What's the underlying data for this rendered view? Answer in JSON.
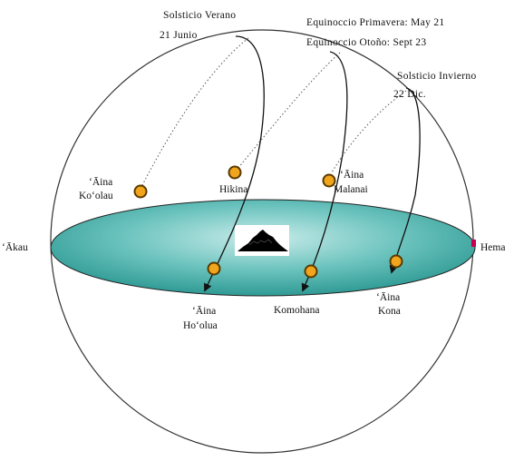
{
  "labels": {
    "solstice_summer": [
      "Solsticio Verano",
      "21 Junio"
    ],
    "equinox": [
      "Equinoccio Primavera: May 21",
      "Equinoccio Otoño: Sept 23"
    ],
    "solstice_winter": [
      "Solsticio Invierno",
      "22 Dic."
    ],
    "aina_koolau": [
      "ʻĀina",
      "Koʻolau"
    ],
    "hikina": "Hikina",
    "aina_malanai": [
      "ʻĀina",
      "Malanai"
    ],
    "akau": "ʻĀkau",
    "hema": "Hema",
    "aina_hoolua": [
      "ʻĀina",
      "Hoʻolua"
    ],
    "komohana": "Komohana",
    "aina_kona": [
      "ʻĀina",
      "Kona"
    ]
  },
  "colors": {
    "horizon_fill": "#4fb3ae",
    "horizon_light": "#c9ecea",
    "sun_fill": "#f1a51c",
    "sun_stroke": "#5a3a00",
    "line": "#111111",
    "hema_marker": "#c4004e"
  },
  "icons": {
    "sun": "sun-marker-icon",
    "island": "island-silhouette-icon",
    "arrow": "arrowhead-icon"
  }
}
